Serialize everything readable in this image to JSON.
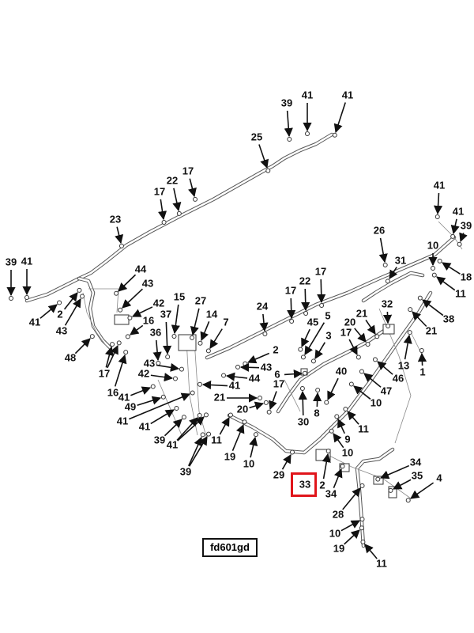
{
  "figure_id": "fd601gd",
  "highlighted_callout": "33",
  "highlight_color": "#e0151b",
  "callouts": [
    "39",
    "41",
    "41",
    "25",
    "17",
    "22",
    "17",
    "23",
    "41",
    "41",
    "39",
    "26",
    "31",
    "10",
    "18",
    "11",
    "39",
    "41",
    "44",
    "43",
    "42",
    "16",
    "15",
    "27",
    "37",
    "14",
    "7",
    "36",
    "2",
    "41",
    "43",
    "48",
    "17",
    "16",
    "43",
    "42",
    "41",
    "49",
    "41",
    "41",
    "39",
    "41",
    "39",
    "41",
    "21",
    "11",
    "19",
    "10",
    "29",
    "33",
    "2",
    "34",
    "34",
    "35",
    "4",
    "28",
    "10",
    "19",
    "11",
    "24",
    "17",
    "22",
    "17",
    "5",
    "45",
    "3",
    "2",
    "43",
    "44",
    "6",
    "17",
    "20",
    "30",
    "8",
    "40",
    "32",
    "20",
    "21",
    "17",
    "38",
    "21",
    "13",
    "1",
    "46",
    "47",
    "10",
    "11",
    "9",
    "10"
  ]
}
